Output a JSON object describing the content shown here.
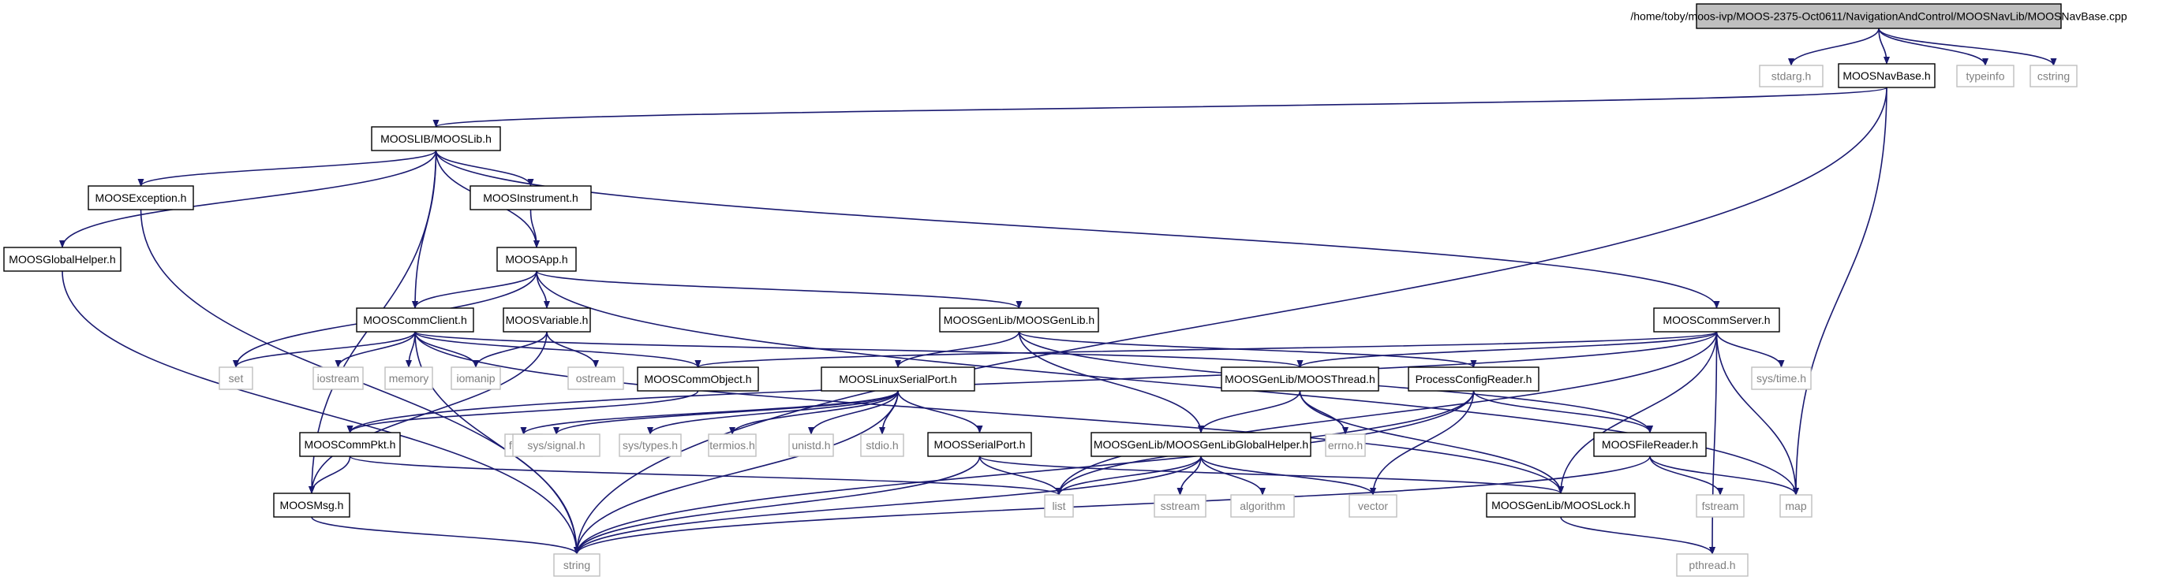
{
  "colors": {
    "edge": "#191970",
    "root_fill": "#bfbfbf",
    "project_fill": "#ffffff",
    "project_border": "#000000",
    "system_border": "#bfbfbf",
    "system_text": "#7f7f7f"
  },
  "nodes": [
    {
      "id": "root",
      "label": "/home/toby/moos-ivp/MOOS-2375-Oct0611/NavigationAndControl/MOOSNavLib/MOOSNavBase.cpp",
      "kind": "root"
    },
    {
      "id": "stdarg",
      "label": "stdarg.h",
      "kind": "system"
    },
    {
      "id": "navbase",
      "label": "MOOSNavBase.h",
      "kind": "project"
    },
    {
      "id": "typeinfo",
      "label": "typeinfo",
      "kind": "system"
    },
    {
      "id": "cstring",
      "label": "cstring",
      "kind": "system"
    },
    {
      "id": "mooslib",
      "label": "MOOSLIB/MOOSLib.h",
      "kind": "project"
    },
    {
      "id": "exception",
      "label": "MOOSException.h",
      "kind": "project"
    },
    {
      "id": "instrument",
      "label": "MOOSInstrument.h",
      "kind": "project"
    },
    {
      "id": "globalhelper",
      "label": "MOOSGlobalHelper.h",
      "kind": "project"
    },
    {
      "id": "moosapp",
      "label": "MOOSApp.h",
      "kind": "project"
    },
    {
      "id": "commclient",
      "label": "MOOSCommClient.h",
      "kind": "project"
    },
    {
      "id": "variable",
      "label": "MOOSVariable.h",
      "kind": "project"
    },
    {
      "id": "genlib",
      "label": "MOOSGenLib/MOOSGenLib.h",
      "kind": "project"
    },
    {
      "id": "commserver",
      "label": "MOOSCommServer.h",
      "kind": "project"
    },
    {
      "id": "set",
      "label": "set",
      "kind": "system"
    },
    {
      "id": "iostream",
      "label": "iostream",
      "kind": "system"
    },
    {
      "id": "memory",
      "label": "memory",
      "kind": "system"
    },
    {
      "id": "iomanip",
      "label": "iomanip",
      "kind": "system"
    },
    {
      "id": "ostream",
      "label": "ostream",
      "kind": "system"
    },
    {
      "id": "commobject",
      "label": "MOOSCommObject.h",
      "kind": "project"
    },
    {
      "id": "linuxserial",
      "label": "MOOSLinuxSerialPort.h",
      "kind": "project"
    },
    {
      "id": "thread",
      "label": "MOOSGenLib/MOOSThread.h",
      "kind": "project"
    },
    {
      "id": "processconfig",
      "label": "ProcessConfigReader.h",
      "kind": "project"
    },
    {
      "id": "systime",
      "label": "sys/time.h",
      "kind": "system"
    },
    {
      "id": "commpkt",
      "label": "MOOSCommPkt.h",
      "kind": "project"
    },
    {
      "id": "fcntl",
      "label": "fcntl.h",
      "kind": "system"
    },
    {
      "id": "syssignal",
      "label": "sys/signal.h",
      "kind": "system"
    },
    {
      "id": "systypes",
      "label": "sys/types.h",
      "kind": "system"
    },
    {
      "id": "termios",
      "label": "termios.h",
      "kind": "system"
    },
    {
      "id": "unistd",
      "label": "unistd.h",
      "kind": "system"
    },
    {
      "id": "stdio",
      "label": "stdio.h",
      "kind": "system"
    },
    {
      "id": "serialport",
      "label": "MOOSSerialPort.h",
      "kind": "project"
    },
    {
      "id": "genlibhelper",
      "label": "MOOSGenLib/MOOSGenLibGlobalHelper.h",
      "kind": "project"
    },
    {
      "id": "errno",
      "label": "errno.h",
      "kind": "system"
    },
    {
      "id": "filereader",
      "label": "MOOSFileReader.h",
      "kind": "project"
    },
    {
      "id": "moosmsg",
      "label": "MOOSMsg.h",
      "kind": "project"
    },
    {
      "id": "list",
      "label": "list",
      "kind": "system"
    },
    {
      "id": "sstream",
      "label": "sstream",
      "kind": "system"
    },
    {
      "id": "algorithm",
      "label": "algorithm",
      "kind": "system"
    },
    {
      "id": "vector",
      "label": "vector",
      "kind": "system"
    },
    {
      "id": "mooslock",
      "label": "MOOSGenLib/MOOSLock.h",
      "kind": "project"
    },
    {
      "id": "fstream",
      "label": "fstream",
      "kind": "system"
    },
    {
      "id": "map",
      "label": "map",
      "kind": "system"
    },
    {
      "id": "string",
      "label": "string",
      "kind": "system"
    },
    {
      "id": "pthread",
      "label": "pthread.h",
      "kind": "system"
    }
  ],
  "edges": [
    [
      "root",
      "stdarg"
    ],
    [
      "root",
      "navbase"
    ],
    [
      "root",
      "typeinfo"
    ],
    [
      "root",
      "cstring"
    ],
    [
      "navbase",
      "mooslib"
    ],
    [
      "navbase",
      "map"
    ],
    [
      "navbase",
      "string"
    ],
    [
      "mooslib",
      "exception"
    ],
    [
      "mooslib",
      "instrument"
    ],
    [
      "mooslib",
      "globalhelper"
    ],
    [
      "mooslib",
      "moosapp"
    ],
    [
      "mooslib",
      "commclient"
    ],
    [
      "mooslib",
      "commserver"
    ],
    [
      "mooslib",
      "moosmsg"
    ],
    [
      "exception",
      "string"
    ],
    [
      "instrument",
      "moosapp"
    ],
    [
      "globalhelper",
      "string"
    ],
    [
      "moosapp",
      "commclient"
    ],
    [
      "moosapp",
      "variable"
    ],
    [
      "moosapp",
      "genlib"
    ],
    [
      "moosapp",
      "set"
    ],
    [
      "moosapp",
      "map"
    ],
    [
      "commclient",
      "set"
    ],
    [
      "commclient",
      "iostream"
    ],
    [
      "commclient",
      "memory"
    ],
    [
      "commclient",
      "iomanip"
    ],
    [
      "commclient",
      "commobject"
    ],
    [
      "commclient",
      "thread"
    ],
    [
      "commclient",
      "mooslock"
    ],
    [
      "commclient",
      "string"
    ],
    [
      "variable",
      "iomanip"
    ],
    [
      "variable",
      "ostream"
    ],
    [
      "variable",
      "moosmsg"
    ],
    [
      "genlib",
      "linuxserial"
    ],
    [
      "genlib",
      "genlibhelper"
    ],
    [
      "genlib",
      "processconfig"
    ],
    [
      "genlib",
      "filereader"
    ],
    [
      "commserver",
      "commobject"
    ],
    [
      "commserver",
      "commpkt"
    ],
    [
      "commserver",
      "thread"
    ],
    [
      "commserver",
      "systime"
    ],
    [
      "commserver",
      "list"
    ],
    [
      "commserver",
      "mooslock"
    ],
    [
      "commserver",
      "map"
    ],
    [
      "commserver",
      "pthread"
    ],
    [
      "commobject",
      "commpkt"
    ],
    [
      "commpkt",
      "moosmsg"
    ],
    [
      "commpkt",
      "list"
    ],
    [
      "linuxserial",
      "serialport"
    ],
    [
      "linuxserial",
      "fcntl"
    ],
    [
      "linuxserial",
      "syssignal"
    ],
    [
      "linuxserial",
      "systypes"
    ],
    [
      "linuxserial",
      "termios"
    ],
    [
      "linuxserial",
      "unistd"
    ],
    [
      "linuxserial",
      "stdio"
    ],
    [
      "linuxserial",
      "string"
    ],
    [
      "serialport",
      "list"
    ],
    [
      "serialport",
      "mooslock"
    ],
    [
      "serialport",
      "string"
    ],
    [
      "thread",
      "genlibhelper"
    ],
    [
      "thread",
      "errno"
    ],
    [
      "thread",
      "mooslock"
    ],
    [
      "genlibhelper",
      "list"
    ],
    [
      "genlibhelper",
      "sstream"
    ],
    [
      "genlibhelper",
      "algorithm"
    ],
    [
      "genlibhelper",
      "vector"
    ],
    [
      "genlibhelper",
      "string"
    ],
    [
      "processconfig",
      "filereader"
    ],
    [
      "processconfig",
      "list"
    ],
    [
      "processconfig",
      "vector"
    ],
    [
      "processconfig",
      "string"
    ],
    [
      "filereader",
      "fstream"
    ],
    [
      "filereader",
      "map"
    ],
    [
      "filereader",
      "string"
    ],
    [
      "moosmsg",
      "string"
    ],
    [
      "mooslock",
      "pthread"
    ]
  ]
}
